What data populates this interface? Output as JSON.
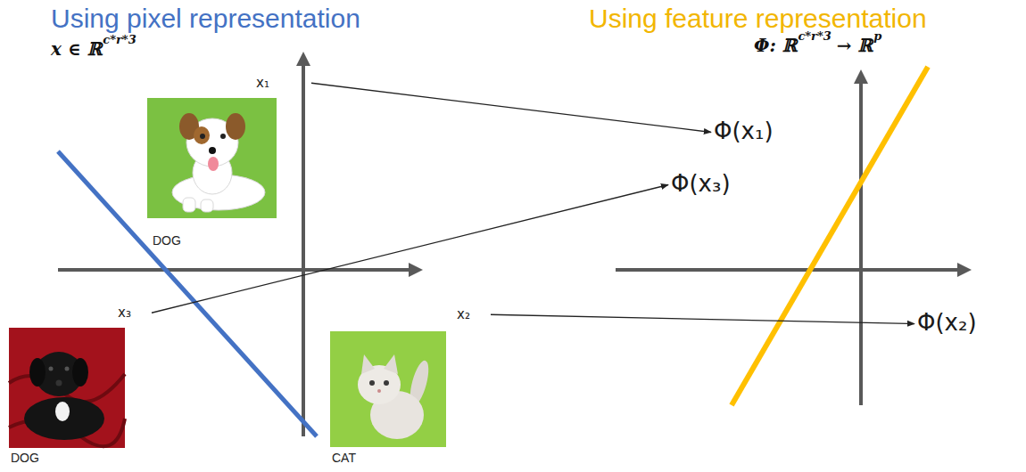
{
  "diagram": {
    "nodes": [
      {
        "text": [
          "x₁",
          "DOG"
        ]
      },
      {
        "text": [
          "Φ(x₁)"
        ]
      },
      {
        "text": [
          "Φ(x₃)"
        ]
      },
      {
        "text": [
          "x₃",
          "DOG"
        ]
      },
      {
        "text": [
          "x₂",
          "CAT"
        ]
      },
      {
        "text": [
          "Φ(x₂)"
        ]
      }
    ],
    "edges": [
      {
        "from": 0,
        "to": 1,
        "arrow": "to"
      },
      {
        "from": 3,
        "to": 2,
        "arrow": "to"
      },
      {
        "from": 4,
        "to": 5,
        "arrow": "to"
      }
    ],
    "labels": [
      "Using pixel representation",
      "x ∈ ℝ",
      "c*r*3",
      "Using feature representation",
      "Φ: ℝ",
      "c*r*3",
      "→ ℝ",
      "p"
    ]
  }
}
